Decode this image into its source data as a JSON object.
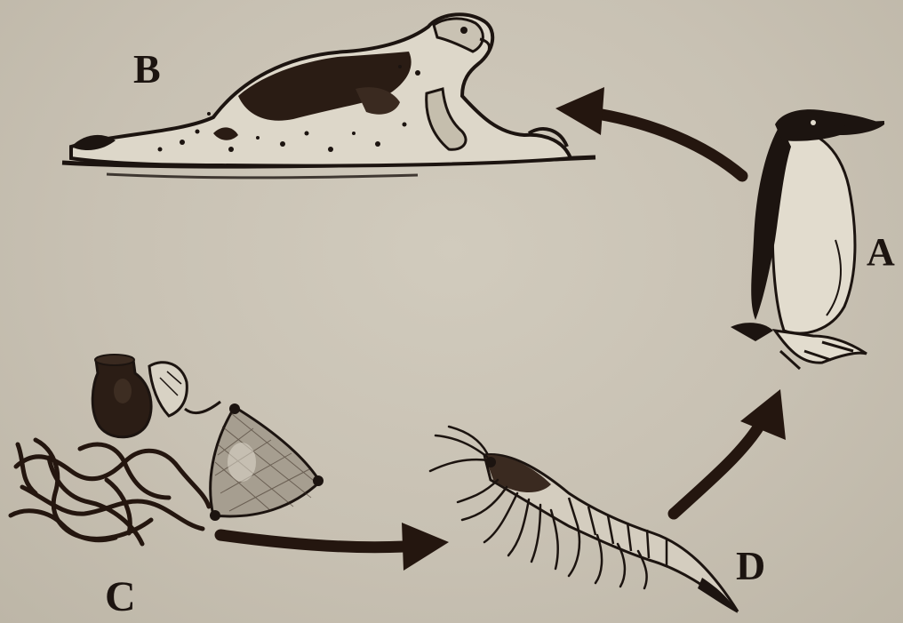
{
  "labels": {
    "a": "A",
    "b": "B",
    "c": "C",
    "d": "D"
  },
  "organisms": {
    "a": "penguin",
    "b": "seal",
    "c": "phytoplankton",
    "d": "krill"
  },
  "colors": {
    "background": "#c7c0b2",
    "ink": "#1c1410",
    "arrow": "#24160f"
  }
}
